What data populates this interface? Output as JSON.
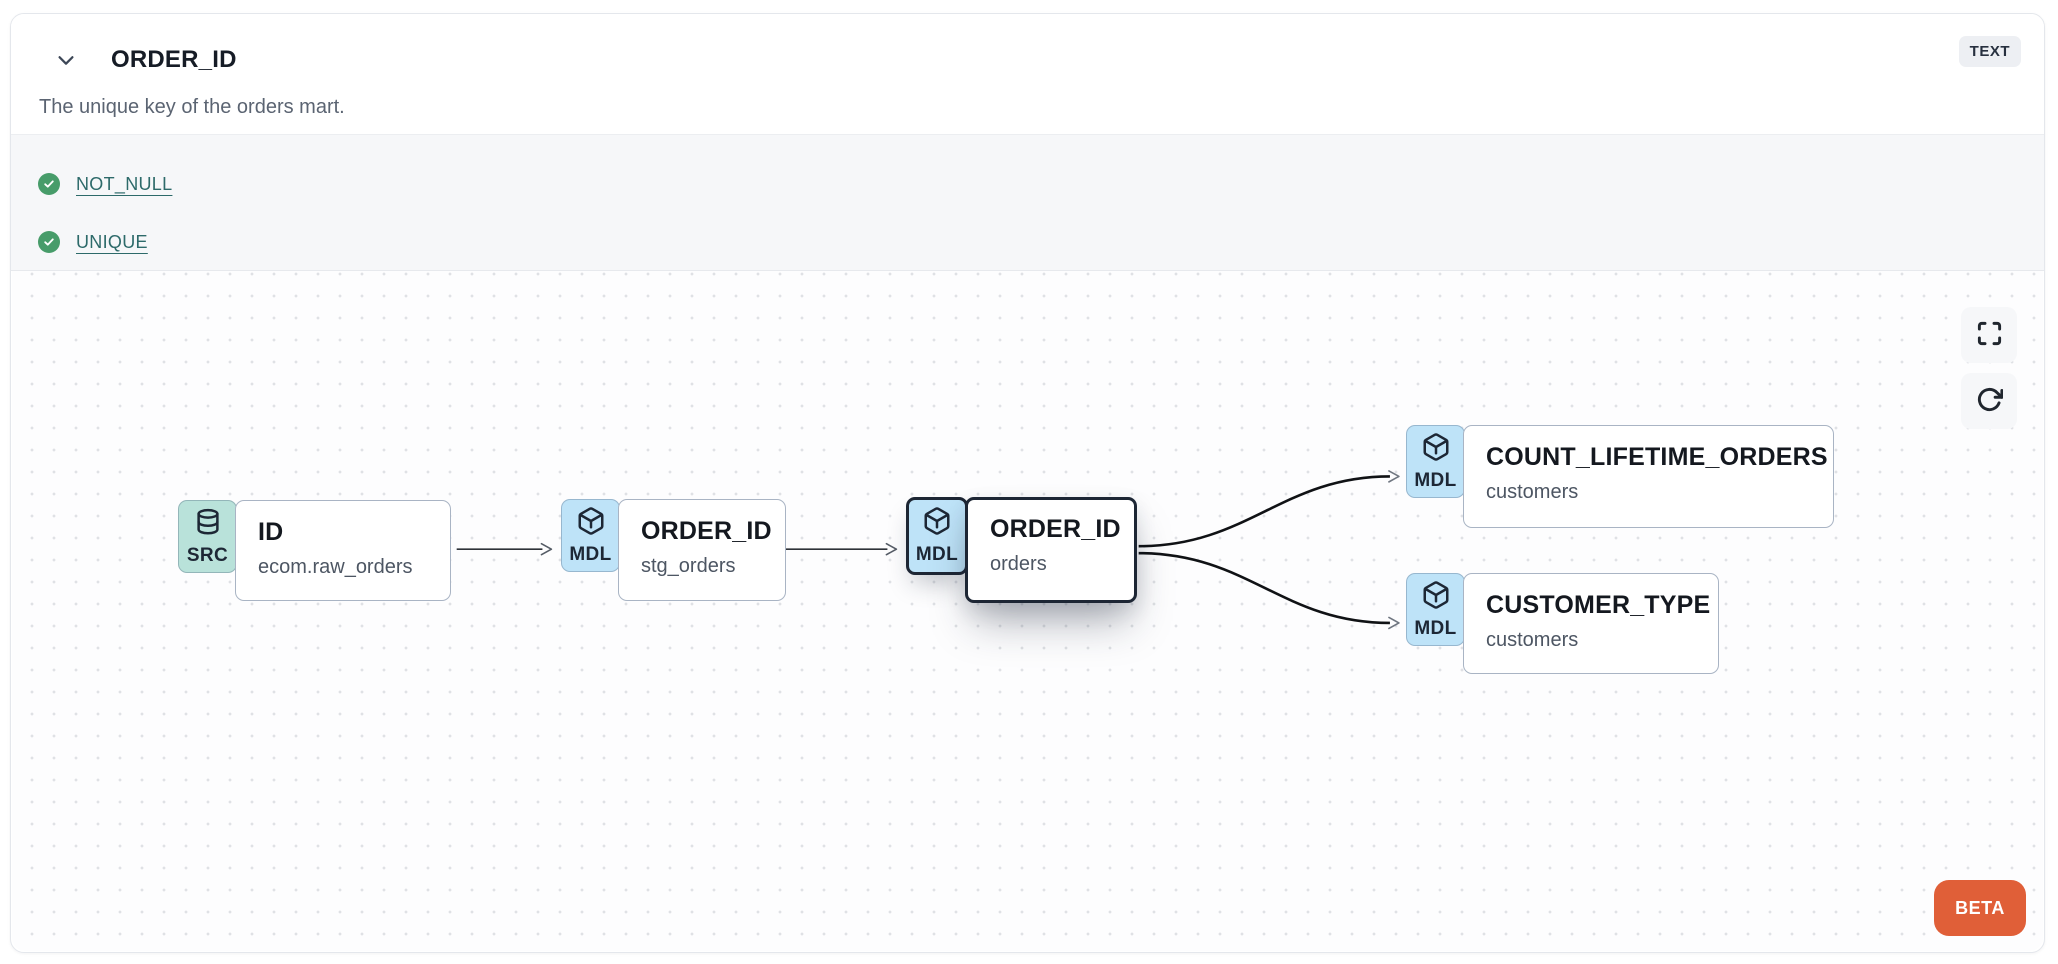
{
  "header": {
    "title": "ORDER_ID",
    "type_badge": "TEXT",
    "description": "The unique key of the orders mart."
  },
  "tests": {
    "items": [
      {
        "label": "NOT_NULL",
        "status": "passed"
      },
      {
        "label": "UNIQUE",
        "status": "passed"
      }
    ]
  },
  "lineage": {
    "nodes": [
      {
        "id": "id_src",
        "badge": "SRC",
        "icon": "database-icon",
        "title": "ID",
        "subtitle": "ecom.raw_orders",
        "selected": false
      },
      {
        "id": "order_id_stg",
        "badge": "MDL",
        "icon": "model-cube-icon",
        "title": "ORDER_ID",
        "subtitle": "stg_orders",
        "selected": false
      },
      {
        "id": "order_id_orders",
        "badge": "MDL",
        "icon": "model-cube-icon",
        "title": "ORDER_ID",
        "subtitle": "orders",
        "selected": true
      },
      {
        "id": "count_lifetime_orders",
        "badge": "MDL",
        "icon": "model-cube-icon",
        "title": "COUNT_LIFETIME_ORDERS",
        "subtitle": "customers",
        "selected": false
      },
      {
        "id": "customer_type",
        "badge": "MDL",
        "icon": "model-cube-icon",
        "title": "CUSTOMER_TYPE",
        "subtitle": "customers",
        "selected": false
      }
    ],
    "edges": [
      {
        "from": "id_src",
        "to": "order_id_stg"
      },
      {
        "from": "order_id_stg",
        "to": "order_id_orders"
      },
      {
        "from": "order_id_orders",
        "to": "count_lifetime_orders"
      },
      {
        "from": "order_id_orders",
        "to": "customer_type"
      }
    ],
    "beta_label": "BETA"
  },
  "colors": {
    "check_green": "#479c6a",
    "test_link": "#2d6a6a",
    "badge_src_bg": "#b9e2da",
    "badge_mdl_bg": "#bee3f8",
    "selected_border": "#1d2634",
    "node_border": "#a9b4c4",
    "beta_bg": "#e05f38",
    "type_badge_bg": "#edeff3"
  }
}
